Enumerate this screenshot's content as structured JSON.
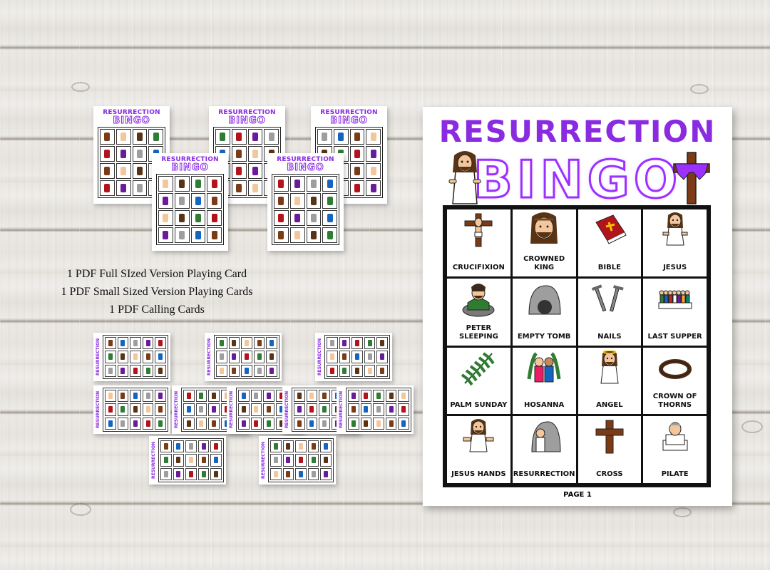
{
  "main_card": {
    "title": "RESURRECTION",
    "subtitle": "BINGO",
    "page_label": "PAGE 1",
    "cells": [
      {
        "label": "CRUCIFIXION",
        "icon": "crucifix-icon"
      },
      {
        "label": "CROWNED KING",
        "icon": "crowned-king-icon"
      },
      {
        "label": "BIBLE",
        "icon": "bible-icon"
      },
      {
        "label": "JESUS",
        "icon": "jesus-icon"
      },
      {
        "label": "PETER SLEEPING",
        "icon": "peter-sleeping-icon"
      },
      {
        "label": "EMPTY TOMB",
        "icon": "empty-tomb-icon"
      },
      {
        "label": "NAILS",
        "icon": "nails-icon"
      },
      {
        "label": "LAST SUPPER",
        "icon": "last-supper-icon"
      },
      {
        "label": "PALM SUNDAY",
        "icon": "palm-leaf-icon"
      },
      {
        "label": "HOSANNA",
        "icon": "hosanna-icon"
      },
      {
        "label": "ANGEL",
        "icon": "angel-icon"
      },
      {
        "label": "CROWN OF THORNS",
        "icon": "crown-of-thorns-icon"
      },
      {
        "label": "JESUS HANDS",
        "icon": "jesus-hands-icon"
      },
      {
        "label": "RESURRECTION",
        "icon": "resurrection-icon"
      },
      {
        "label": "CROSS",
        "icon": "cross-icon"
      },
      {
        "label": "PILATE",
        "icon": "pilate-icon"
      }
    ]
  },
  "mini_card": {
    "title": "RESURRECTION",
    "subtitle": "BINGO"
  },
  "calling_card": {
    "side_title": "RESURRECTION"
  },
  "description": {
    "line1": "1 PDF Full SIzed Version Playing Card",
    "line2": "1 PDF Small Sized Version Playing Cards",
    "line3": "1 PDF Calling Cards"
  },
  "colors": {
    "accent_purple": "#8a2be2",
    "wood": "#e9e6e1",
    "cross_brown": "#7b3b16"
  }
}
